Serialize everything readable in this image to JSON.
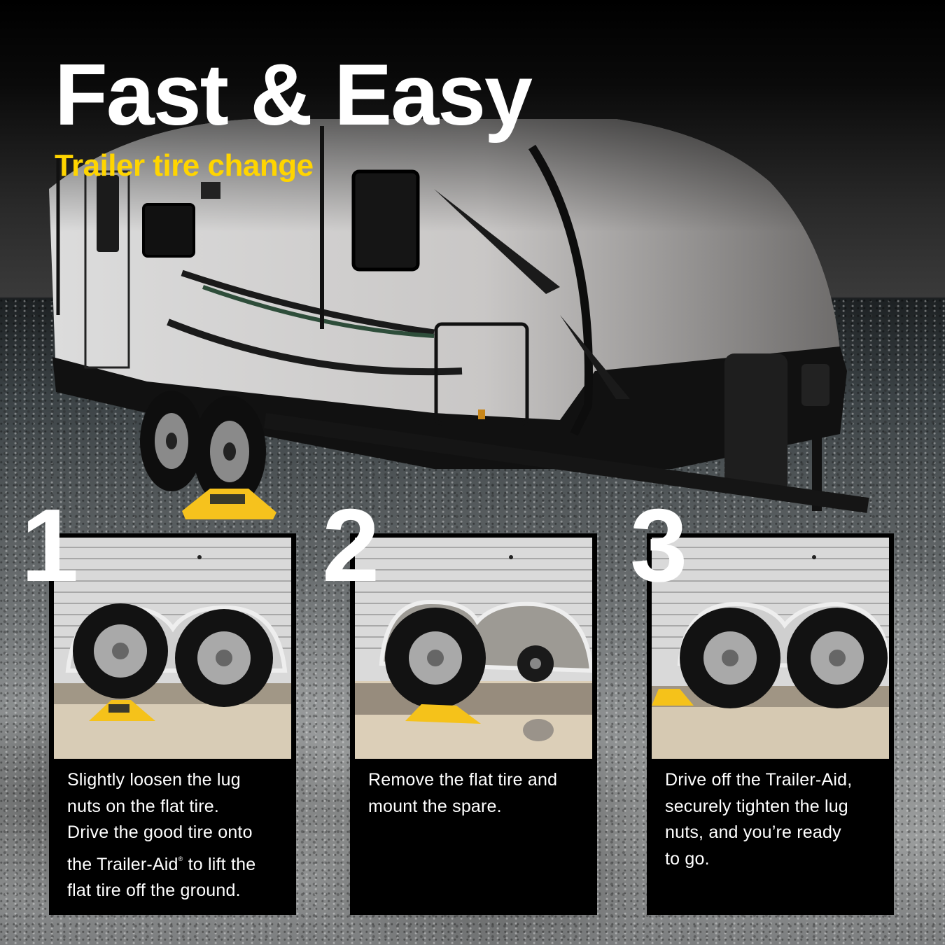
{
  "header": {
    "title": "Fast & Easy",
    "subtitle": "Trailer tire change"
  },
  "colors": {
    "accent_yellow": "#ffd500",
    "background_top": "#000000",
    "card_background": "#000000",
    "text_white": "#ffffff"
  },
  "hero": {
    "subject": "travel trailer on Trailer-Aid ramp",
    "ramp_label": "Trailer-Aid"
  },
  "steps": [
    {
      "number": "1",
      "photo": "good tire driven onto yellow Trailer-Aid ramp",
      "caption_lines": [
        "Slightly loosen the lug",
        "nuts on the flat tire.",
        "Drive the good tire onto",
        "the Trailer-Aid",
        "®",
        " to lift the",
        "flat tire off the ground."
      ]
    },
    {
      "number": "2",
      "photo": "flat tire removed, hub exposed, lug nuts in bowl",
      "caption_lines": [
        "Remove the flat tire and",
        "mount the spare."
      ]
    },
    {
      "number": "3",
      "photo": "trailer driven off the ramp with both tires on ground",
      "caption_lines": [
        "Drive off the Trailer-Aid,",
        "securely tighten the lug",
        "nuts, and you’re ready",
        "to go."
      ]
    }
  ]
}
